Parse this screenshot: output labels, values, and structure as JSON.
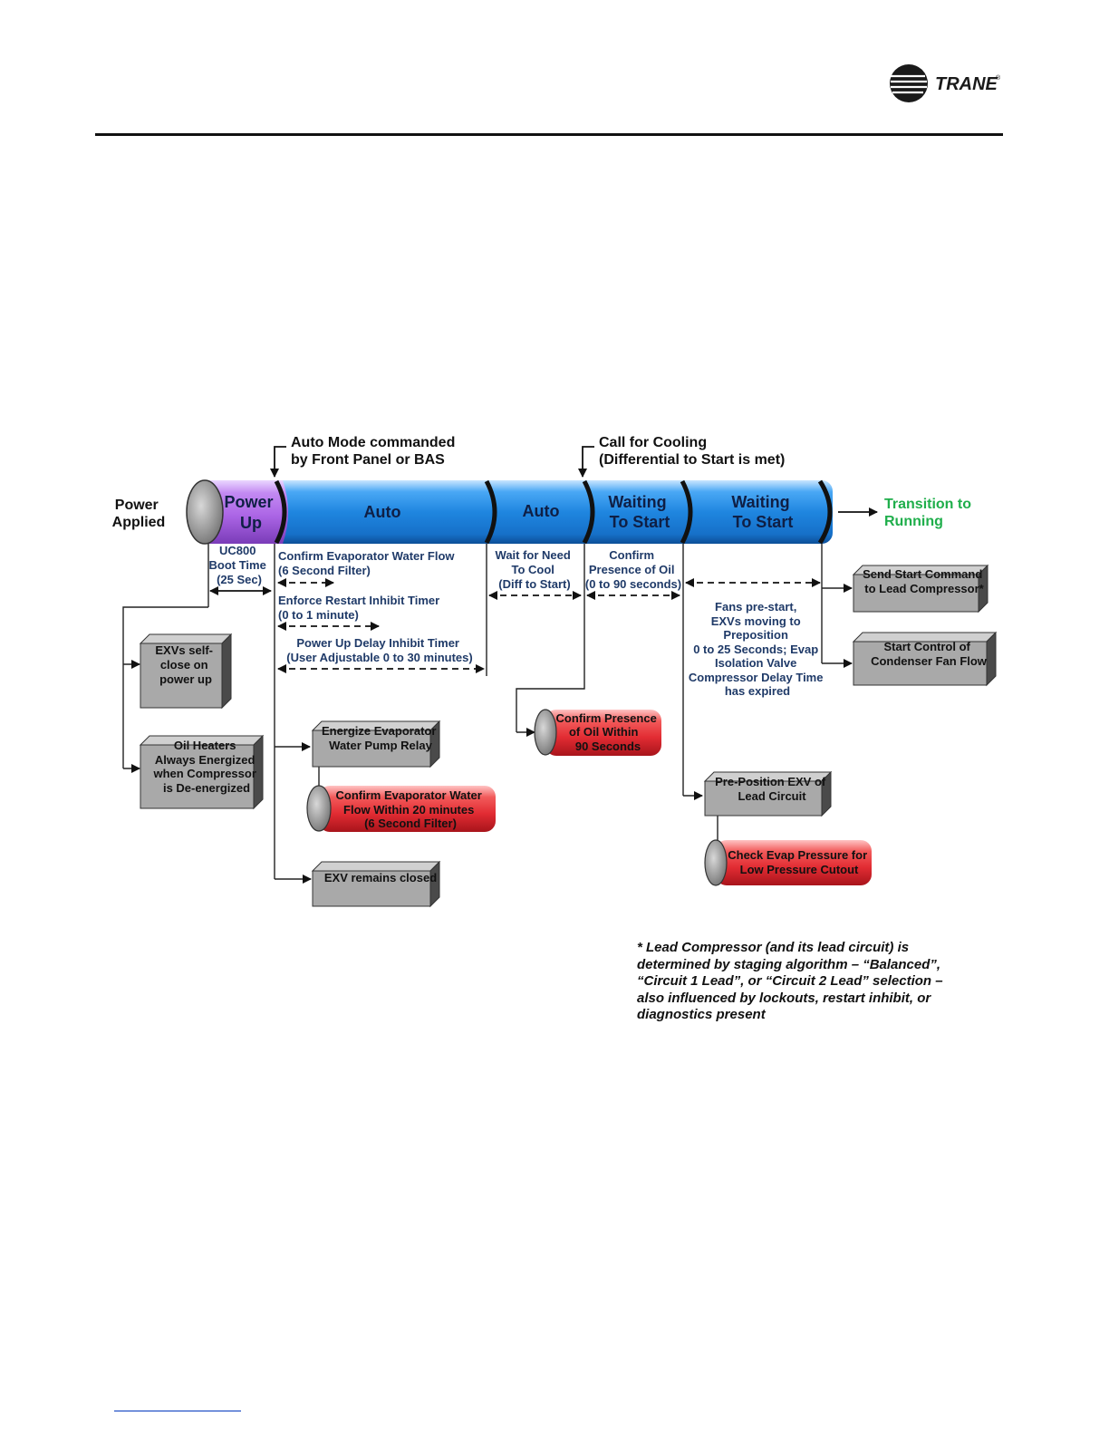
{
  "brand": {
    "name": "TRANE",
    "trademark": "®"
  },
  "top_labels": {
    "auto_mode": [
      "Auto Mode commanded",
      "by Front Panel or BAS"
    ],
    "call_for_cooling": [
      "Call for Cooling",
      "(Differential to Start is met)"
    ],
    "power_applied": [
      "Power",
      "Applied"
    ],
    "transition": [
      "Transition to",
      "Running"
    ]
  },
  "pipe_segments": {
    "power_up": [
      "Power",
      "Up"
    ],
    "auto1": [
      "Auto"
    ],
    "auto2": [
      "Auto"
    ],
    "waiting1": [
      "Waiting",
      "To Start"
    ],
    "waiting2": [
      "Waiting",
      "To Start"
    ]
  },
  "timers": {
    "boot_time": [
      "UC800",
      "Boot Time",
      "(25 Sec)"
    ],
    "confirm_flow": [
      "Confirm Evaporator Water Flow",
      "(6 Second Filter)"
    ],
    "restart_inhibit": [
      "Enforce Restart Inhibit Timer",
      "(0 to 1 minute)"
    ],
    "power_up_delay": [
      "Power Up Delay Inhibit Timer",
      "(User Adjustable 0 to 30 minutes)"
    ],
    "wait_for_need": [
      "Wait for Need",
      "To Cool",
      "(Diff to Start)"
    ],
    "confirm_oil": [
      "Confirm",
      "Presence of Oil",
      "(0 to 90 seconds)"
    ],
    "fans_prestart": [
      "Fans pre-start,",
      "EXVs moving to",
      "Preposition",
      "0 to 25 Seconds; Evap",
      "Isolation Valve",
      "Compressor Delay Time",
      "has expired"
    ]
  },
  "action_boxes": {
    "exvs_self_close": [
      "EXVs self-",
      "close on",
      "power up"
    ],
    "oil_heaters": [
      "Oil Heaters",
      "Always Energized",
      "when Compressor",
      "is De-energized"
    ],
    "energize_pump": [
      "Energize Evaporator",
      "Water Pump Relay"
    ],
    "exv_closed": [
      "EXV remains closed"
    ],
    "send_start": [
      "Send Start Command",
      "to Lead Compressor*"
    ],
    "start_fan": [
      "Start Control of",
      "Condenser Fan Flow"
    ],
    "preposition_exv": [
      "Pre-Position EXV of",
      "Lead Circuit"
    ]
  },
  "check_cylinders": {
    "confirm_flow_20min": [
      "Confirm Evaporator Water",
      "Flow Within 20 minutes",
      "(6 Second Filter)"
    ],
    "confirm_oil_90s": [
      "Confirm Presence",
      "of Oil Within",
      "90 Seconds"
    ],
    "check_evap_pressure": [
      "Check Evap Pressure for",
      "Low Pressure Cutout"
    ]
  },
  "footnote": [
    "* Lead Compressor (and its lead circuit) is",
    "determined by staging algorithm – “Balanced”,",
    "“Circuit 1 Lead”, or “Circuit 2 Lead” selection –",
    "also influenced by lockouts, restart inhibit, or",
    "diagnostics present"
  ],
  "colors": {
    "pipe_blue": "#2e8fe0",
    "power_up_purple": "#b06ee8",
    "check_red": "#e8323a",
    "box_gray": "#a9a9a9",
    "transition_green": "#1fae4b",
    "timer_text": "#1f3a68"
  }
}
